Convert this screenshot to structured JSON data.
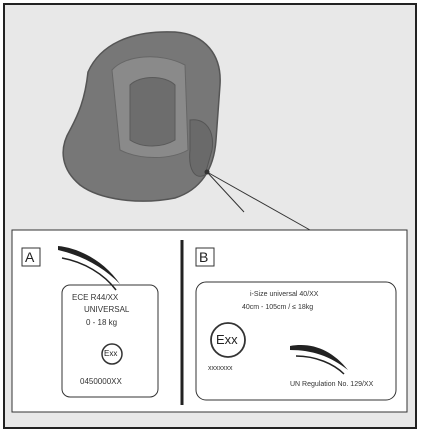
{
  "panel_a": {
    "letter": "A",
    "standard": "ECE R44/XX",
    "category": "UNIVERSAL",
    "weight": "0 - 18 kg",
    "mark": "Exx",
    "approval_number": "0450000XX"
  },
  "panel_b": {
    "letter": "B",
    "line1": "i-Size universal 40/XX",
    "line2": "40cm - 105cm / ≤ 18kg",
    "mark": "Exx",
    "approval_code": "xxxxxxx",
    "footer": "UN Regulation No. 129/XX"
  },
  "colors": {
    "seat": "#777777",
    "background": "#e8e8e8",
    "line": "#333333"
  }
}
